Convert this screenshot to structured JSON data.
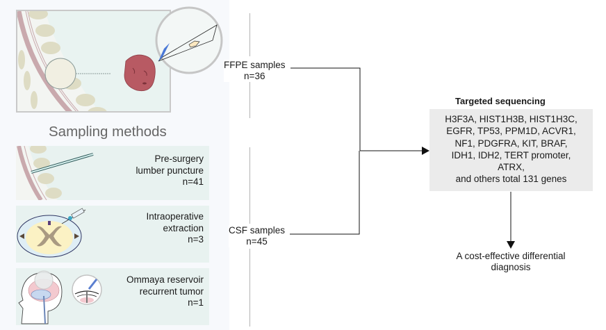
{
  "left_panel": {
    "section_title": "Sampling methods",
    "methods": [
      {
        "line1": "Pre-surgery",
        "line2": "lumber puncture",
        "count": "n=41",
        "illustration": "spine-needle-icon"
      },
      {
        "line1": "Intraoperative",
        "line2": "extraction",
        "count": "n=3",
        "illustration": "spinal-cord-syringe-icon"
      },
      {
        "line1": "Ommaya reservoir",
        "line2": "recurrent tumor",
        "count": "n=1",
        "illustration": "head-ommaya-icon"
      }
    ]
  },
  "flow": {
    "ffpe": {
      "label": "FFPE samples",
      "count": "n=36"
    },
    "csf": {
      "label": "CSF samples",
      "count": "n=45"
    }
  },
  "sequencing": {
    "title": "Targeted sequencing",
    "lines": [
      "H3F3A, HIST1H3B, HIST1H3C,",
      "EGFR, TP53, PPM1D, ACVR1,",
      "NF1, PDGFRA, KIT, BRAF,",
      "IDH1, IDH2, TERT promoter,",
      "ATRX,",
      "and others total 131 genes"
    ]
  },
  "outcome": {
    "line1": "A cost-effective differential",
    "line2": "diagnosis"
  },
  "colors": {
    "panel_bg": "#e8f2f0",
    "seq_box_bg": "#ebebeb",
    "tumor": "#b85a63",
    "slide_blue": "#4a78d6"
  }
}
